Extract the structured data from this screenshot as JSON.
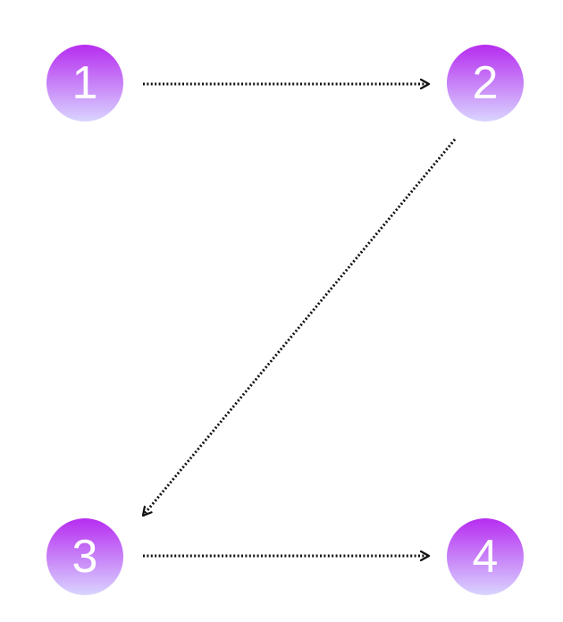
{
  "nodes": [
    {
      "label": "1"
    },
    {
      "label": "2"
    },
    {
      "label": "3"
    },
    {
      "label": "4"
    }
  ],
  "edges": [
    {
      "from": "1",
      "to": "2",
      "style": "dotted"
    },
    {
      "from": "2",
      "to": "3",
      "style": "dotted"
    },
    {
      "from": "3",
      "to": "4",
      "style": "dotted"
    }
  ],
  "colors": {
    "node_gradient_top": "#b62cf0",
    "node_gradient_bottom": "#d9d5ff",
    "node_text": "#ffffff",
    "edge": "#111111"
  }
}
